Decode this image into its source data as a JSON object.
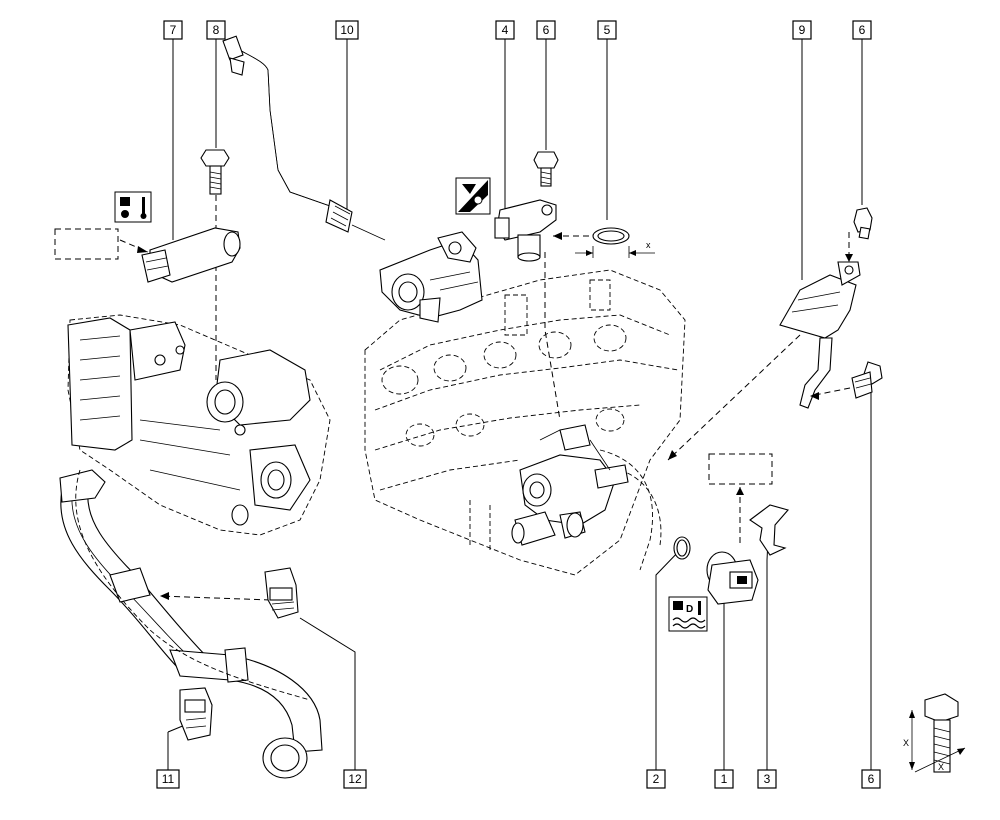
{
  "callouts": {
    "c7": "7",
    "c8": "8",
    "c10": "10",
    "c4": "4",
    "c6a": "6",
    "c5": "5",
    "c9": "9",
    "c6b": "6",
    "c11": "11",
    "c12": "12",
    "c2": "2",
    "c1": "1",
    "c3": "3",
    "c6c": "6"
  },
  "dimension_labels": {
    "x_gap": "x",
    "bolt_x1": "X",
    "bolt_x2": "X"
  },
  "icons": {
    "temperature_sensor_icon": "sensor-thermometer-icon",
    "fluid_level_icon": "coolant-temperature-icon",
    "fluid_icon_letter": "D",
    "tool_icon": "spanner-angle-icon"
  }
}
